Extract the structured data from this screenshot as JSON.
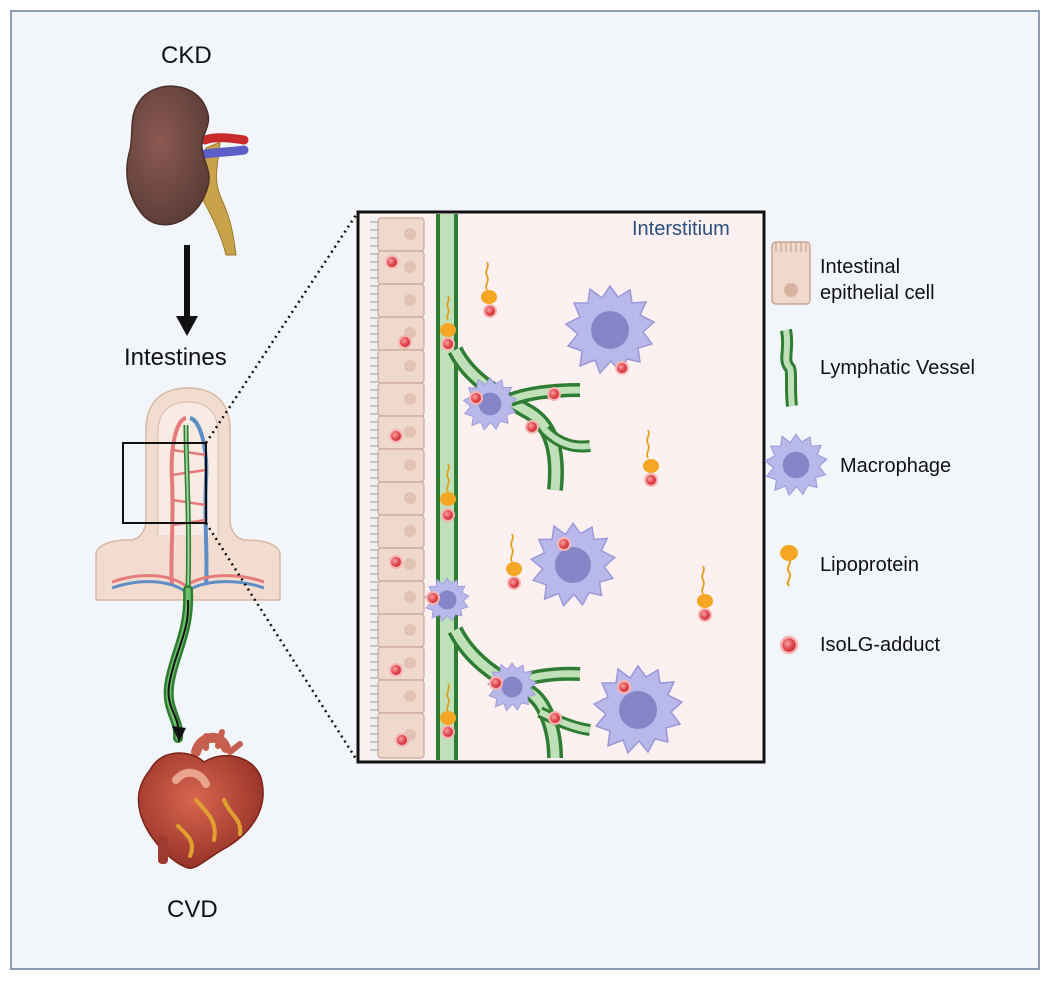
{
  "labels": {
    "ckd": "CKD",
    "intestines": "Intestines",
    "cvd": "CVD",
    "interstitium": "Interstitium"
  },
  "legend": [
    {
      "key": "epithelial",
      "text": "Intestinal epithelial cell",
      "icon": "epithelial-cell-icon"
    },
    {
      "key": "lymphatic",
      "text": "Lymphatic Vessel",
      "icon": "lymphatic-vessel-icon"
    },
    {
      "key": "macrophage",
      "text": "Macrophage",
      "icon": "macrophage-icon"
    },
    {
      "key": "lipoprotein",
      "text": "Lipoprotein",
      "icon": "lipoprotein-icon"
    },
    {
      "key": "isolg",
      "text": "IsoLG-adduct",
      "icon": "isolg-adduct-icon"
    }
  ],
  "colors": {
    "frame_bg": "#f2f6fa",
    "frame_border": "#8d9bb5",
    "panel_bg": "#fdf0f0",
    "epithelium": "#efd9cd",
    "lymphatic": "#2e7d32",
    "lymphatic_fill": "#bfe0b8",
    "macrophage": "#b9b8ea",
    "macrophage_nucleus": "#8585c7",
    "lipoprotein": "#f5a623",
    "isolg": "#e0454a",
    "kidney": "#6b4640",
    "heart": "#b03a2e",
    "interstitium_text": "#2c4f7c"
  }
}
